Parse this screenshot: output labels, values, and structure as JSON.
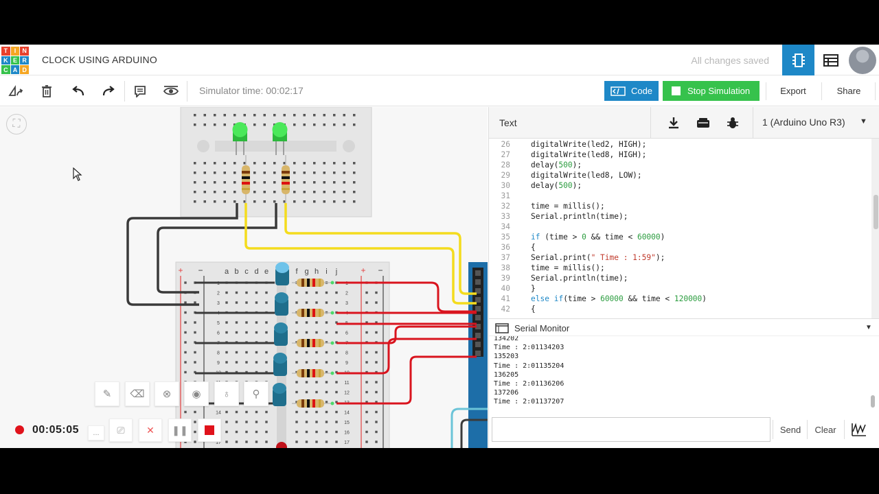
{
  "header": {
    "logo_letters": [
      "TIN",
      "KER",
      "CAD"
    ],
    "project_title": "CLOCK USING ARDUINO",
    "save_status": "All changes saved"
  },
  "toolbar": {
    "simulator_time": "Simulator time: 00:02:17",
    "code_label": "Code",
    "stop_label": "Stop Simulation",
    "export_label": "Export",
    "share_label": "Share"
  },
  "recorder": {
    "time": "00:05:05",
    "more": "..."
  },
  "code_panel": {
    "mode": "Text",
    "device": "1 (Arduino Uno R3)",
    "lines": [
      {
        "n": "26",
        "t": "digitalWrite(led2, HIGH);"
      },
      {
        "n": "27",
        "t": "digitalWrite(led8, HIGH);"
      },
      {
        "n": "28",
        "t": "delay(500);"
      },
      {
        "n": "29",
        "t": "digitalWrite(led8, LOW);"
      },
      {
        "n": "30",
        "t": "delay(500);"
      },
      {
        "n": "31",
        "t": ""
      },
      {
        "n": "32",
        "t": "time = millis();"
      },
      {
        "n": "33",
        "t": "Serial.println(time);"
      },
      {
        "n": "34",
        "t": ""
      },
      {
        "n": "35",
        "t": "if (time > 0 && time < 60000)"
      },
      {
        "n": "36",
        "t": "{"
      },
      {
        "n": "37",
        "t": "Serial.print(\" Time : 1:59\");"
      },
      {
        "n": "38",
        "t": "time = millis();"
      },
      {
        "n": "39",
        "t": "Serial.println(time);"
      },
      {
        "n": "40",
        "t": "}"
      },
      {
        "n": "41",
        "t": "else if(time > 60000 && time < 120000)"
      },
      {
        "n": "42",
        "t": "{"
      }
    ]
  },
  "serial_monitor": {
    "title": "Serial Monitor",
    "output": [
      "134202",
      "Time : 2:01134203",
      "135203",
      "Time : 2:01135204",
      "136205",
      "Time : 2:01136206",
      "137206",
      "Time : 2:01137207"
    ],
    "input_value": "",
    "send_label": "Send",
    "clear_label": "Clear"
  },
  "breadboard": {
    "columns": [
      "a",
      "b",
      "c",
      "d",
      "e",
      "f",
      "g",
      "h",
      "i",
      "j"
    ],
    "rows": [
      "1",
      "2",
      "3",
      "4",
      "5",
      "6",
      "7",
      "8",
      "9",
      "10",
      "11",
      "12",
      "13",
      "14",
      "15",
      "16",
      "17"
    ],
    "plus": "+",
    "minus": "−"
  },
  "colors": {
    "accent_blue": "#1e88c7",
    "stop_green": "#36c24c",
    "record_red": "#e0121b",
    "wire_red": "#d9141e",
    "wire_yellow": "#f4dc1e",
    "wire_dark": "#3a3a3a"
  }
}
